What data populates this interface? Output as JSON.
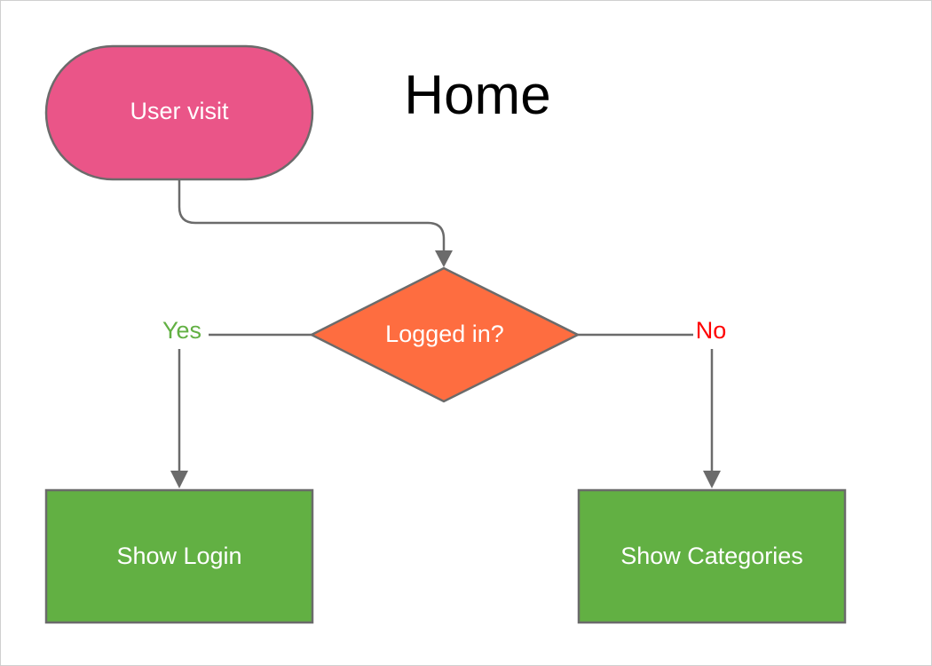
{
  "title": "Home",
  "colors": {
    "start": "#ea5588",
    "decision": "#fe6d40",
    "process": "#62b043",
    "edge": "#6b6b6b",
    "yes": "#62b043",
    "no": "#ff0000"
  },
  "nodes": {
    "start": {
      "label": "User visit",
      "shape": "terminator"
    },
    "decision": {
      "label": "Logged in?",
      "shape": "diamond"
    },
    "login": {
      "label": "Show Login",
      "shape": "rectangle"
    },
    "categories": {
      "label": "Show Categories",
      "shape": "rectangle"
    }
  },
  "edges": {
    "start_to_decision": {
      "from": "start",
      "to": "decision",
      "label": ""
    },
    "yes_branch": {
      "from": "decision",
      "to": "login",
      "label": "Yes"
    },
    "no_branch": {
      "from": "decision",
      "to": "categories",
      "label": "No"
    }
  }
}
